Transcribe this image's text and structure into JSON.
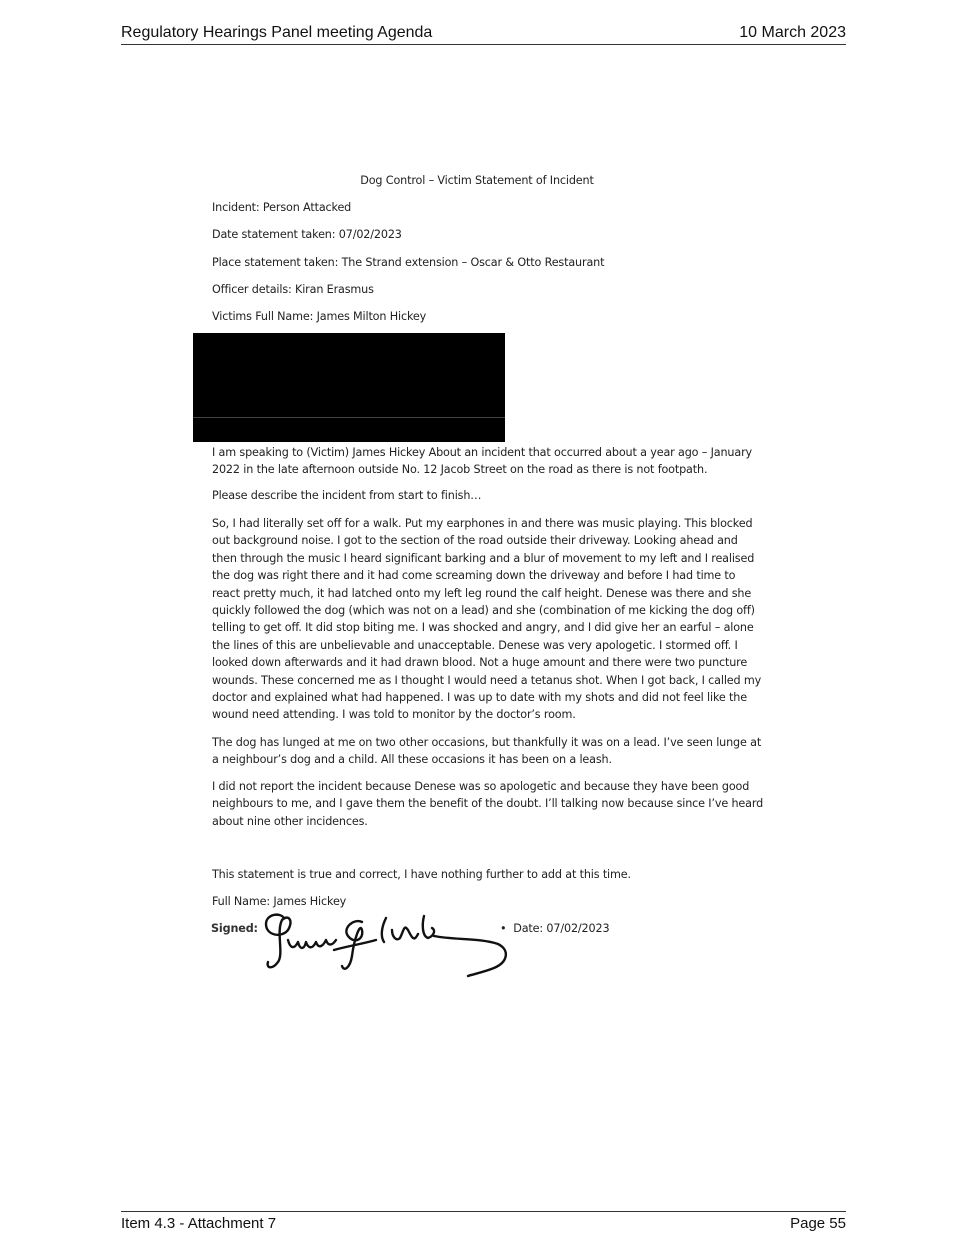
{
  "header": {
    "left": "Regulatory Hearings Panel meeting Agenda",
    "right": "10 March 2023"
  },
  "footer": {
    "left": "Item 4.3 - Attachment 7",
    "right": "Page 55"
  },
  "statement": {
    "title": "Dog Control – Victim Statement of Incident",
    "incident": "Incident:  Person Attacked",
    "date_taken": "Date statement taken: 07/02/2023",
    "place_taken": "Place statement taken: The Strand extension – Oscar & Otto Restaurant",
    "officer": "Officer details:  Kiran Erasmus",
    "victim_name": "Victims Full Name:  James Milton Hickey",
    "intro_lines": [
      "I am speaking to (Victim) James Hickey About an incident that occurred about a year ago – January",
      "2022 in the late afternoon outside No. 12 Jacob Street on the road as there is not footpath."
    ],
    "prompt": "Please describe the incident from start to finish…",
    "account_lines": [
      "So, I had literally set off for a walk. Put my earphones in and there was music playing. This blocked",
      "out background noise. I got to the section of the road outside their driveway. Looking ahead and",
      "then through the music I heard significant barking and a blur of movement to my left and I realised",
      "the dog was right there and it had come screaming down the driveway and before I had time to",
      "react pretty much, it had latched onto my left leg round the calf height. Denese was there and she",
      "quickly followed the dog (which was not on a lead) and she (combination of me kicking the dog off)",
      "telling to get off. It did stop biting me. I was shocked and angry, and I did give her an earful – alone",
      "the lines of this are unbelievable and unacceptable. Denese was very apologetic. I stormed off. I",
      "looked down afterwards and it had drawn blood. Not a huge amount and there were two puncture",
      "wounds. These concerned me as I thought I would need a tetanus shot. When I got back, I called my",
      "doctor and explained what had happened. I was up to date with my shots and did not feel like the",
      "wound need attending. I was told to monitor by the doctor’s room."
    ],
    "other_lines": [
      "The dog has lunged at me on two other occasions, but thankfully it was on a lead. I’ve seen lunge at",
      "a neighbour’s dog and a child. All these occasions it has been on a leash."
    ],
    "report_lines": [
      "I did not report the incident because Denese was so apologetic and because they have been good",
      "neighbours to me, and I gave them the benefit of the doubt. I’ll talking now because since I’ve heard",
      "about nine other incidences."
    ],
    "declaration": "This statement is true and correct, I have nothing further to add at this time.",
    "full_name": "Full Name:  James Hickey",
    "signed_label": "Signed:",
    "signed_date": "Date: 07/02/2023",
    "signature_text": "James Hickey"
  }
}
